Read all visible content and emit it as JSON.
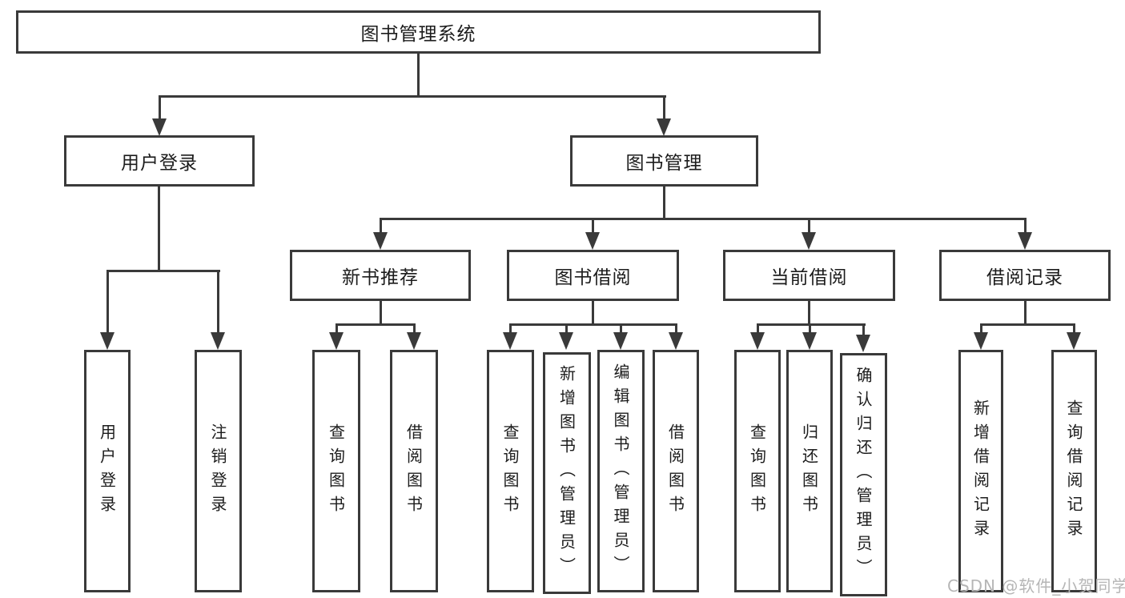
{
  "diagram_title": "图书管理系统",
  "tree": {
    "label": "图书管理系统",
    "children": [
      {
        "label": "用户登录",
        "children": [
          {
            "label": "用户登录"
          },
          {
            "label": "注销登录"
          }
        ]
      },
      {
        "label": "图书管理",
        "children": [
          {
            "label": "新书推荐",
            "children": [
              {
                "label": "查询图书"
              },
              {
                "label": "借阅图书"
              }
            ]
          },
          {
            "label": "图书借阅",
            "children": [
              {
                "label": "查询图书"
              },
              {
                "label": "新增图书（管理员）"
              },
              {
                "label": "编辑图书（管理员）"
              },
              {
                "label": "借阅图书"
              }
            ]
          },
          {
            "label": "当前借阅",
            "children": [
              {
                "label": "查询图书"
              },
              {
                "label": "归还图书"
              },
              {
                "label": "确认归还（管理员）"
              }
            ]
          },
          {
            "label": "借阅记录",
            "children": [
              {
                "label": "新增借阅记录"
              },
              {
                "label": "查询借阅记录"
              }
            ]
          }
        ]
      }
    ]
  },
  "watermark": "CSDN @软件_小贺同学",
  "colors": {
    "line": "#3a3a3a",
    "text": "#1c1c1c",
    "watermark": "#b6b6b6",
    "background": "#ffffff"
  }
}
